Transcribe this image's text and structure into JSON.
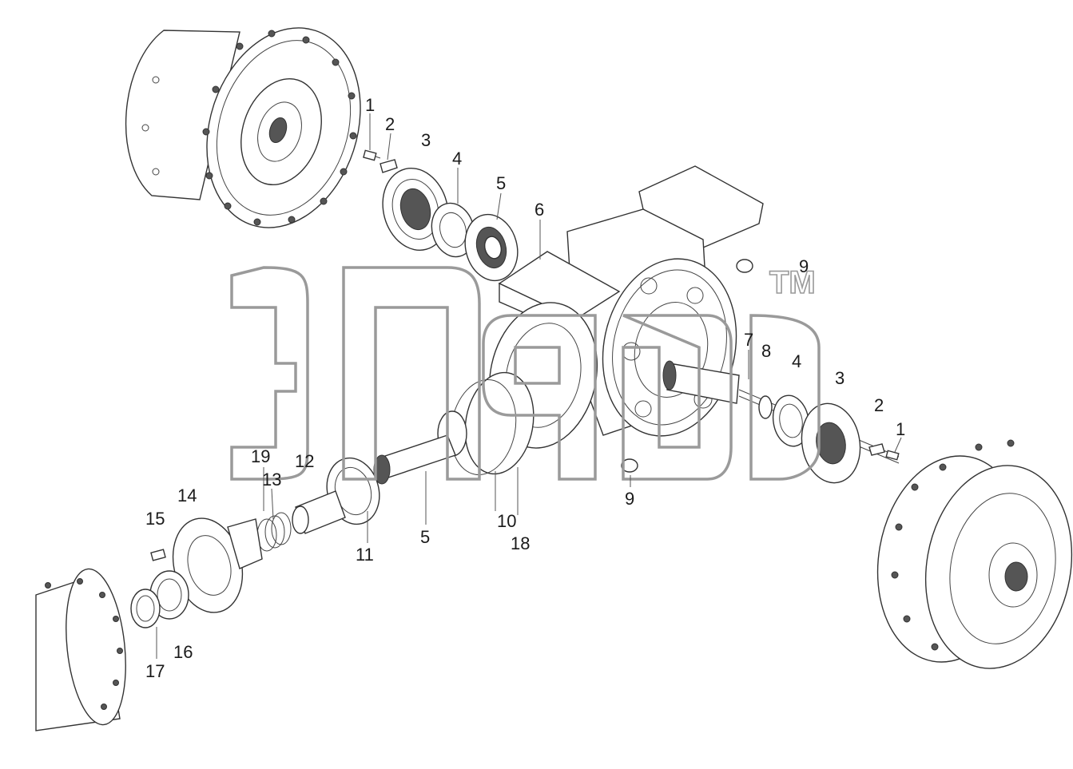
{
  "watermark": {
    "trademark": "TM"
  },
  "callouts": [
    {
      "id": "c1a",
      "text": "1"
    },
    {
      "id": "c2a",
      "text": "2"
    },
    {
      "id": "c3a",
      "text": "3"
    },
    {
      "id": "c4a",
      "text": "4"
    },
    {
      "id": "c5a",
      "text": "5"
    },
    {
      "id": "c6",
      "text": "6"
    },
    {
      "id": "c9a",
      "text": "9"
    },
    {
      "id": "c7",
      "text": "7"
    },
    {
      "id": "c8",
      "text": "8"
    },
    {
      "id": "c4b",
      "text": "4"
    },
    {
      "id": "c3b",
      "text": "3"
    },
    {
      "id": "c2b",
      "text": "2"
    },
    {
      "id": "c1b",
      "text": "1"
    },
    {
      "id": "c9b",
      "text": "9"
    },
    {
      "id": "c19",
      "text": "19"
    },
    {
      "id": "c12",
      "text": "12"
    },
    {
      "id": "c13",
      "text": "13"
    },
    {
      "id": "c14",
      "text": "14"
    },
    {
      "id": "c15",
      "text": "15"
    },
    {
      "id": "c10",
      "text": "10"
    },
    {
      "id": "c18",
      "text": "18"
    },
    {
      "id": "c11",
      "text": "11"
    },
    {
      "id": "c5b",
      "text": "5"
    },
    {
      "id": "c16",
      "text": "16"
    },
    {
      "id": "c17",
      "text": "17"
    }
  ]
}
